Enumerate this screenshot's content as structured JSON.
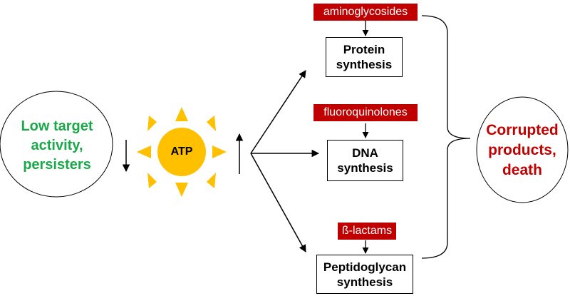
{
  "left_state": "Low target activity, persisters",
  "energy": "ATP",
  "outcome": "Corrupted products, death",
  "antibiotics": {
    "top": "aminoglycosides",
    "middle": "fluoroquinolones",
    "bottom": "ß-lactams"
  },
  "processes": {
    "top": "Protein synthesis",
    "middle": "DNA synthesis",
    "bottom": "Peptidoglycan synthesis"
  },
  "colors": {
    "antibiotic_fill": "#c00000",
    "persister_text": "#1aa84a",
    "death_text": "#c00000",
    "sun_fill": "#ffc000"
  }
}
